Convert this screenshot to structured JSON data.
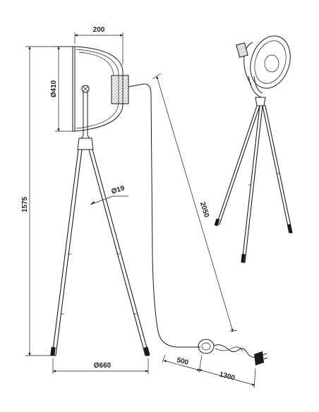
{
  "dimensions": {
    "shade_depth": "200",
    "shade_diameter": "Ø410",
    "total_height": "1575",
    "leg_diameter": "Ø19",
    "cable_length": "2050",
    "base_diameter": "Ø660",
    "switch_distance": "500",
    "plug_cable": "1300"
  },
  "colors": {
    "line": "#1a1a1a",
    "shade_fill": "#eeeeee",
    "hatch": "#666666"
  }
}
